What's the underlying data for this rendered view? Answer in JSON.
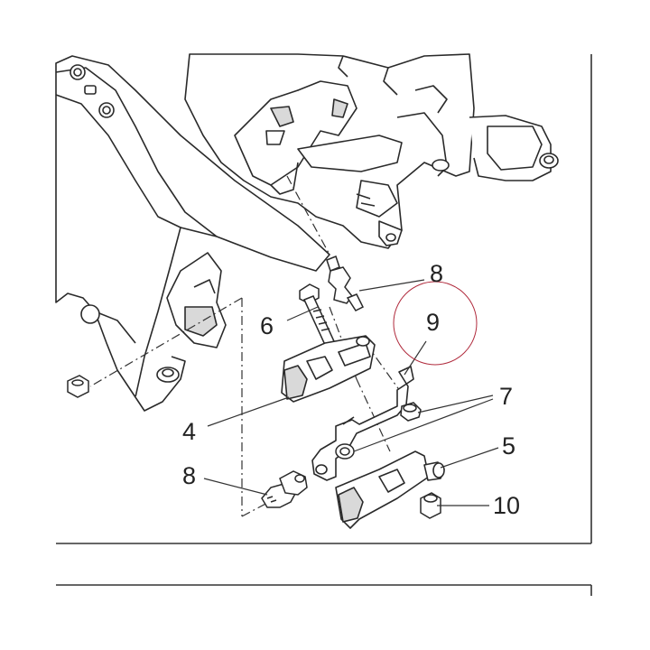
{
  "diagram": {
    "type": "exploded-parts-view",
    "callouts": {
      "part_8_top": "8",
      "part_6": "6",
      "part_9": "9",
      "part_7": "7",
      "part_4": "4",
      "part_5": "5",
      "part_8_bottom": "8",
      "part_10": "10"
    },
    "colors": {
      "line": "#2a2a2a",
      "fill": "#ffffff",
      "shade": "#d9d9d9",
      "highlight_circle": "#b02a3c"
    }
  }
}
